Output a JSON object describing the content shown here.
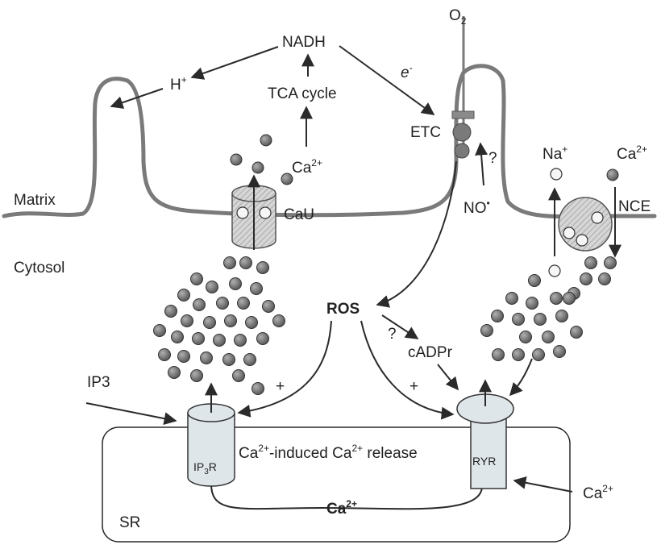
{
  "labels": {
    "o2": "O",
    "o2_sub": "2",
    "nadh": "NADH",
    "h_plus": "H",
    "h_plus_sup": "+",
    "e_minus": "e",
    "e_minus_sup": "-",
    "tca": "TCA cycle",
    "etc": "ETC",
    "question1": "?",
    "question2": "?",
    "ca_matrix": "Ca",
    "ca_matrix_sup": "2+",
    "matrix": "Matrix",
    "cau": "CaU",
    "na_plus": "Na",
    "na_plus_sup": "+",
    "ca_top_right": "Ca",
    "ca_top_right_sup": "2+",
    "nce": "NCE",
    "no": "NO",
    "no_sup": "•",
    "cytosol": "Cytosol",
    "ros": "ROS",
    "cadpr": "cADPr",
    "plus_left": "+",
    "plus_right": "+",
    "ip3": "IP3",
    "ip3r_main": "IP",
    "ip3r_sub": "3",
    "ip3r_end": "R",
    "cicr_a": "Ca",
    "cicr_a_sup": "2+",
    "cicr_b": "-induced Ca",
    "cicr_b_sup": "2+",
    "cicr_c": " release",
    "ryr": "RYR",
    "sr": "SR",
    "ca_sr": "Ca",
    "ca_sr_sup": "2+",
    "ca_right": "Ca",
    "ca_right_sup": "2+"
  },
  "colors": {
    "membrane": "#7a7a7a",
    "calcium_dot": "#777777",
    "sodium_dot": "#f6f6f6",
    "channel_fill": "#dfe6ea"
  }
}
